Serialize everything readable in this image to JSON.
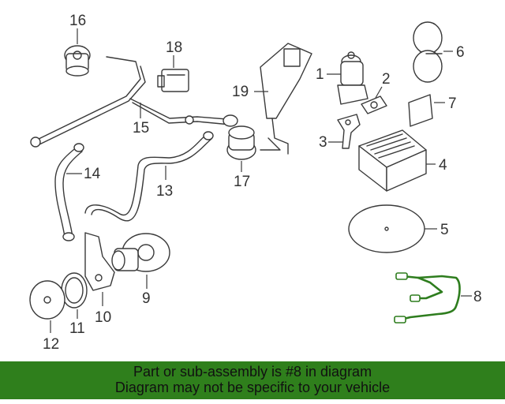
{
  "callouts": {
    "c1": "1",
    "c2": "2",
    "c3": "3",
    "c4": "4",
    "c5": "5",
    "c6": "6",
    "c7": "7",
    "c8": "8",
    "c9": "9",
    "c10": "10",
    "c11": "11",
    "c12": "12",
    "c13": "13",
    "c14": "14",
    "c15": "15",
    "c16": "16",
    "c17": "17",
    "c18": "18",
    "c19": "19"
  },
  "banner": {
    "line1": "Part or sub-assembly is #8 in diagram",
    "line2": "Diagram may not be specific to your vehicle"
  },
  "colors": {
    "highlight": "#2e7d1e",
    "banner_bg": "#2f7f1c",
    "line": "#3a3a3a"
  }
}
